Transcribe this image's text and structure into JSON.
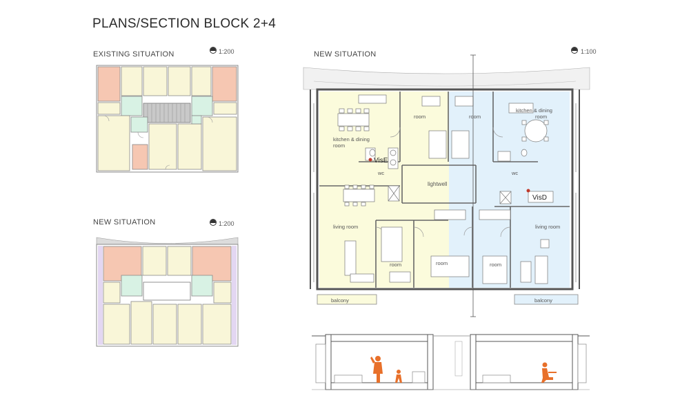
{
  "page_title": "PLANS/SECTION BLOCK 2+4",
  "existing_plan": {
    "heading": "EXISTING SITUATION",
    "scale": "1:200"
  },
  "small_new_plan": {
    "heading": "NEW SITUATION",
    "scale": "1:200"
  },
  "large_plan": {
    "heading": "NEW SITUATION",
    "scale": "1:100",
    "rooms": {
      "kitchen_left": "kitchen & dining",
      "kitchen_left_2": "room",
      "kitchen_right": "kitchen & dining",
      "kitchen_right_2": "room",
      "room_top_left": "room",
      "room_top_right": "room",
      "wc_left": "wc",
      "wc_right": "wc",
      "lightwell": "lightwell",
      "living_left": "living room",
      "living_right": "living room",
      "room_bottom_1": "room",
      "room_bottom_2": "room",
      "room_bottom_3": "room",
      "balcony_left": "balcony",
      "balcony_right": "balcony"
    },
    "markers": {
      "vis_e": "VisE",
      "vis_d": "VisD"
    }
  },
  "colors": {
    "yellow_zone": "#fbfbdc",
    "blue_zone": "#e2f1fb",
    "salmon_room": "#f6c7b2",
    "cream_room": "#f9f6d8",
    "mint_room": "#d8f2e4",
    "stair_gray": "#c9c9c9",
    "figure_orange": "#e8702a",
    "marker_red": "#c0392b"
  }
}
